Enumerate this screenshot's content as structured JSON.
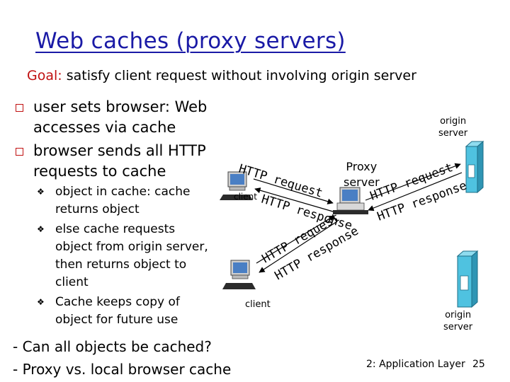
{
  "slide": {
    "title": "Web caches (proxy servers)",
    "goal_label": "Goal:",
    "goal_text": " satisfy client request without involving origin server",
    "bullets": [
      {
        "lines": [
          "user sets browser: Web",
          "accesses via cache"
        ]
      },
      {
        "lines": [
          "browser sends all HTTP",
          "requests to cache"
        ]
      }
    ],
    "sub_bullets": [
      {
        "lines": [
          "object in cache: cache",
          "returns object"
        ]
      },
      {
        "lines": [
          "else cache requests",
          "object from origin server,",
          "then returns object to",
          "client"
        ]
      },
      {
        "lines": [
          "Cache keeps copy of",
          "object for future use"
        ]
      }
    ],
    "questions": [
      "- Can all objects be cached?",
      "- Proxy vs. local browser cache"
    ],
    "footer": {
      "chapter": "2: Application Layer",
      "page": "25"
    }
  },
  "diagram": {
    "proxy_label": [
      "Proxy",
      "server"
    ],
    "client_label": "client",
    "origin_label": [
      "origin",
      "server"
    ],
    "arrow_labels": {
      "req1": "HTTP request",
      "resp1": "HTTP response",
      "req2": "HTTP request",
      "resp2": "HTTP response",
      "req3": "HTTP request",
      "resp3": "HTTP response"
    },
    "colors": {
      "title": "#1a1aa6",
      "accent": "#c01010",
      "server": "#4fc2e0",
      "arrow": "#000000"
    }
  }
}
